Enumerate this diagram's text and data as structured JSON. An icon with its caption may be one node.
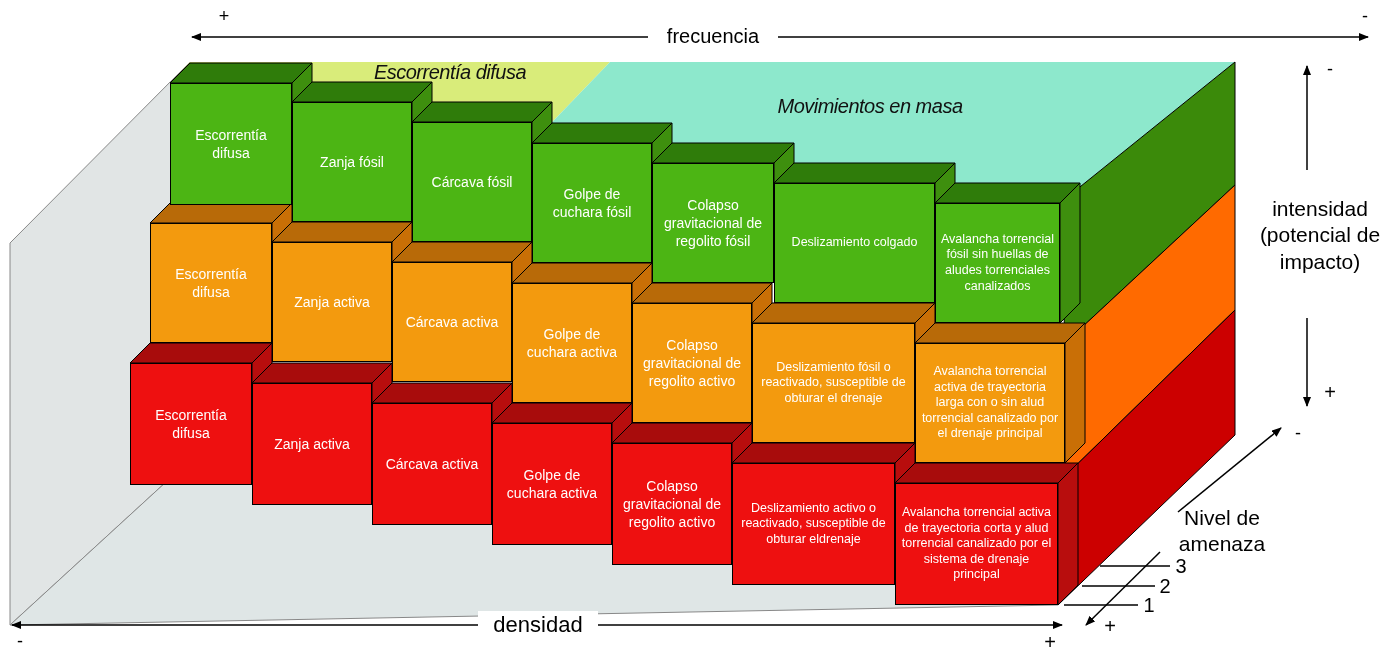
{
  "diagram": {
    "nodes": [
      {
        "text": [
          "Escorrentía difusa"
        ]
      },
      {
        "text": [
          "Movimientos en masa"
        ]
      },
      {
        "text": [
          "Escorrentía difusa"
        ]
      },
      {
        "text": [
          "Zanja fósil"
        ]
      },
      {
        "text": [
          "Cárcava fósil"
        ]
      },
      {
        "text": [
          "Golpe de cuchara fósil"
        ]
      },
      {
        "text": [
          "Colapso gravitacional de regolito fósil"
        ]
      },
      {
        "text": [
          "Deslizamiento colgado"
        ]
      },
      {
        "text": [
          "Avalancha torrencial fósil sin huellas de aludes torrenciales canalizados"
        ]
      },
      {
        "text": [
          "Escorrentía difusa"
        ]
      },
      {
        "text": [
          "Zanja activa"
        ]
      },
      {
        "text": [
          "Cárcava activa"
        ]
      },
      {
        "text": [
          "Golpe de cuchara activa"
        ]
      },
      {
        "text": [
          "Colapso gravitacional de regolito activo"
        ]
      },
      {
        "text": [
          "Deslizamiento fósil o reactivado, susceptible de obturar el drenaje"
        ]
      },
      {
        "text": [
          "Avalancha torrencial activa de trayectoria larga con o sin alud torrencial canalizado por el drenaje principal"
        ]
      },
      {
        "text": [
          "Escorrentía difusa"
        ]
      },
      {
        "text": [
          "Zanja activa"
        ]
      },
      {
        "text": [
          "Cárcava activa"
        ]
      },
      {
        "text": [
          "Golpe de cuchara activa"
        ]
      },
      {
        "text": [
          "Colapso gravitacional de regolito activo"
        ]
      },
      {
        "text": [
          "Deslizamiento activo o reactivado, susceptible de obturar eldrenaje"
        ]
      },
      {
        "text": [
          "Avalancha torrencial activa de trayectoria corta y alud torrencial canalizado por el sistema de drenaje principal"
        ]
      }
    ],
    "edges": [],
    "labels": [
      "+",
      "-",
      "frecuencia",
      "-",
      "intensidad (potencial de impacto)",
      "+",
      "-",
      "Nivel de amenaza",
      "3",
      "2",
      "1",
      "+",
      "densidad",
      "-",
      "+"
    ]
  }
}
